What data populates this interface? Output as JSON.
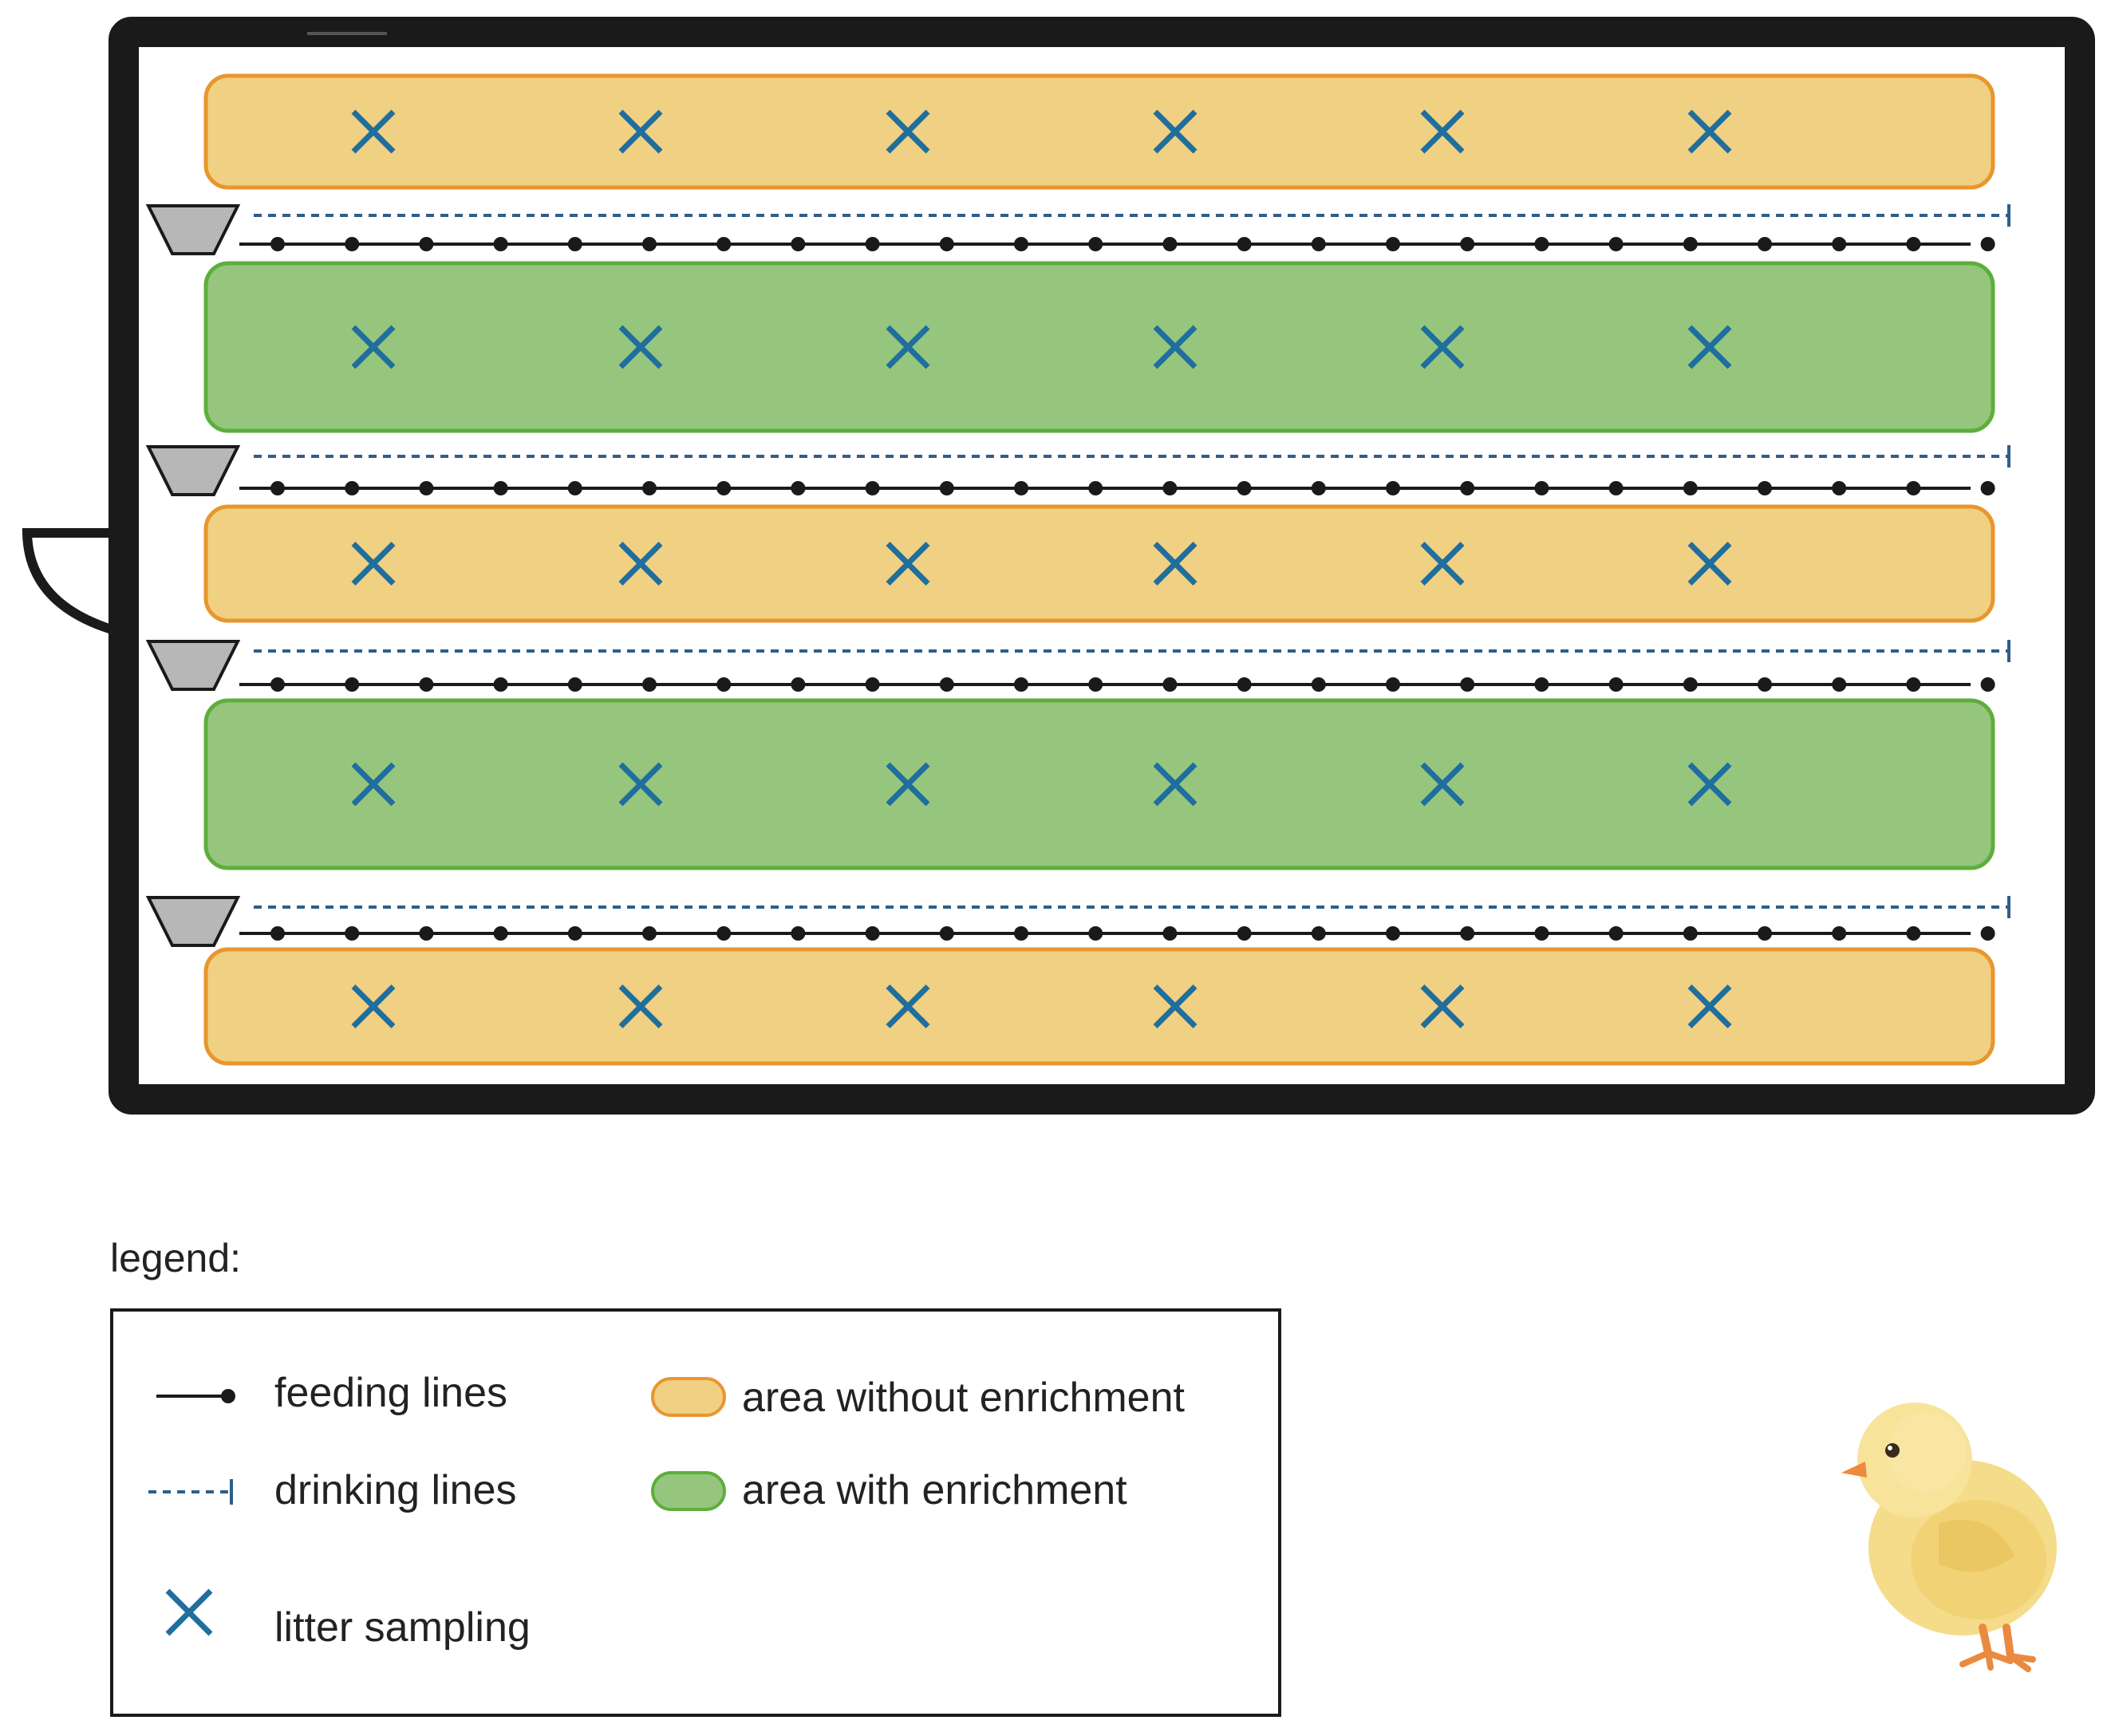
{
  "legend": {
    "title": "legend:",
    "feeding": "feeding lines",
    "drinking": "drinking lines",
    "litter": "litter sampling",
    "without": "area without enrichment",
    "with": "area with enrichment"
  },
  "colors": {
    "without_fill": "#F0D083",
    "without_stroke": "#E8962E",
    "with_fill": "#96C67E",
    "with_stroke": "#5DAE3C",
    "marker": "#1F6E9E",
    "drink_line": "#2E5E8C",
    "feed_line": "#1a1a1a",
    "feeder": "#B7B7B7"
  },
  "barn": {
    "areas": [
      "without",
      "with",
      "without",
      "with",
      "without"
    ],
    "samples_per_area": 6,
    "feeding_lines": 4,
    "drinking_lines": 4,
    "feeders": 4,
    "doors": 1
  },
  "icons": [
    "door-icon",
    "feeder-icon",
    "chick-icon"
  ]
}
